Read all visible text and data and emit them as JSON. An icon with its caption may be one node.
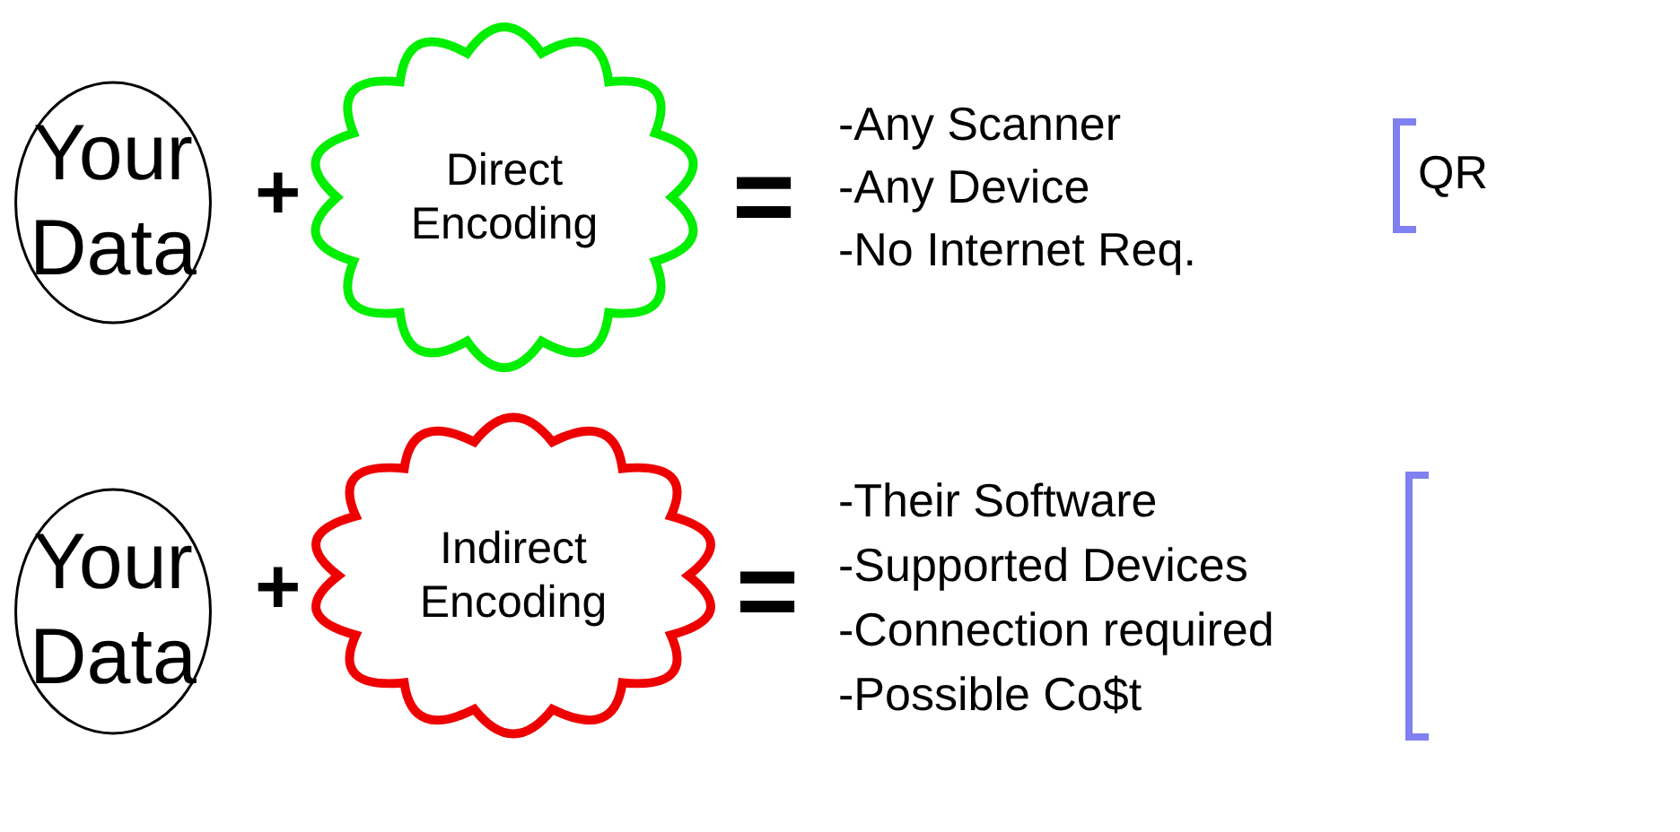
{
  "diagram": {
    "nodes": [
      {
        "text": [
          "Your Data"
        ]
      },
      {
        "text": [
          "Direct Encoding"
        ]
      },
      {
        "text": [
          "Your Data"
        ]
      },
      {
        "text": [
          "Indirect Encoding"
        ]
      }
    ],
    "labels": [
      "+",
      "=",
      "-Any Scanner",
      "-Any Device",
      "-No Internet Req.",
      "QR",
      "+",
      "=",
      "-Their Software",
      "-Supported Devices",
      "-Connection required",
      "-Possible Co$t"
    ]
  }
}
